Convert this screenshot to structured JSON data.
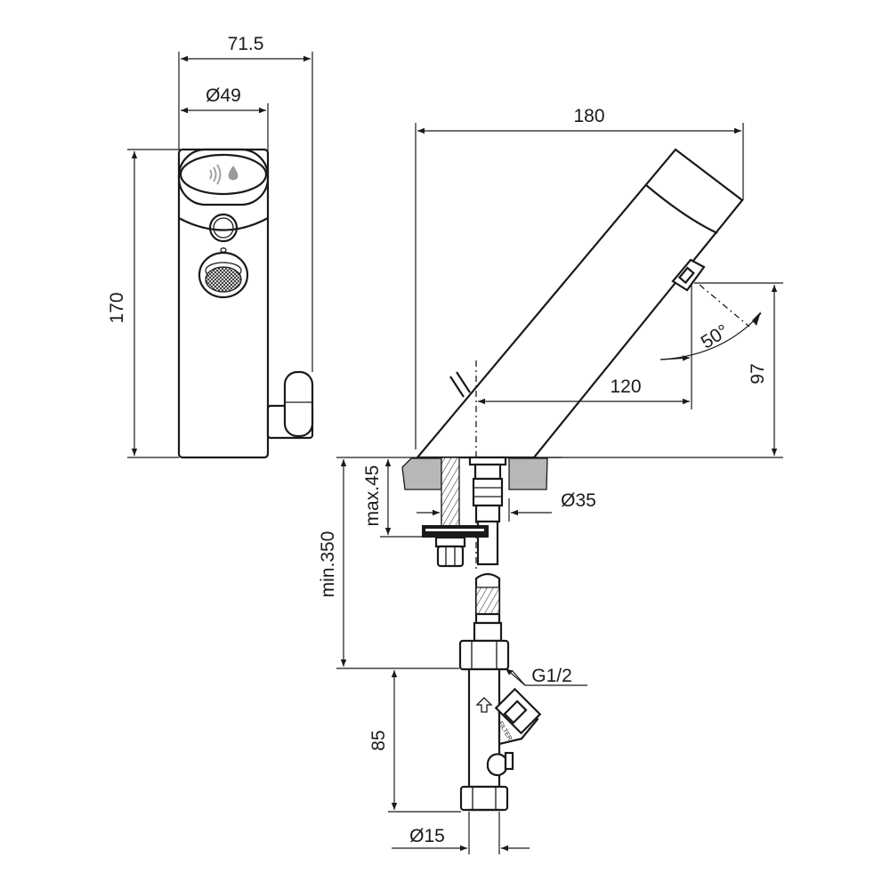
{
  "dimensions": {
    "width_total": "71.5",
    "diameter_body": "Ø49",
    "height_total": "170",
    "length_spout": "180",
    "projection": "120",
    "height_outlet": "97",
    "angle": "50°",
    "max_thickness": "max.45",
    "min_hose": "min.350",
    "hole_diameter": "Ø35",
    "thread": "G1/2",
    "valve_height": "85",
    "pipe_diameter": "Ø15"
  },
  "labels": {
    "filter": "FILTER"
  },
  "colors": {
    "line": "#1a1a1a",
    "countertop": "#b7b7b7",
    "sensor_icon": "#9a9a9a"
  }
}
